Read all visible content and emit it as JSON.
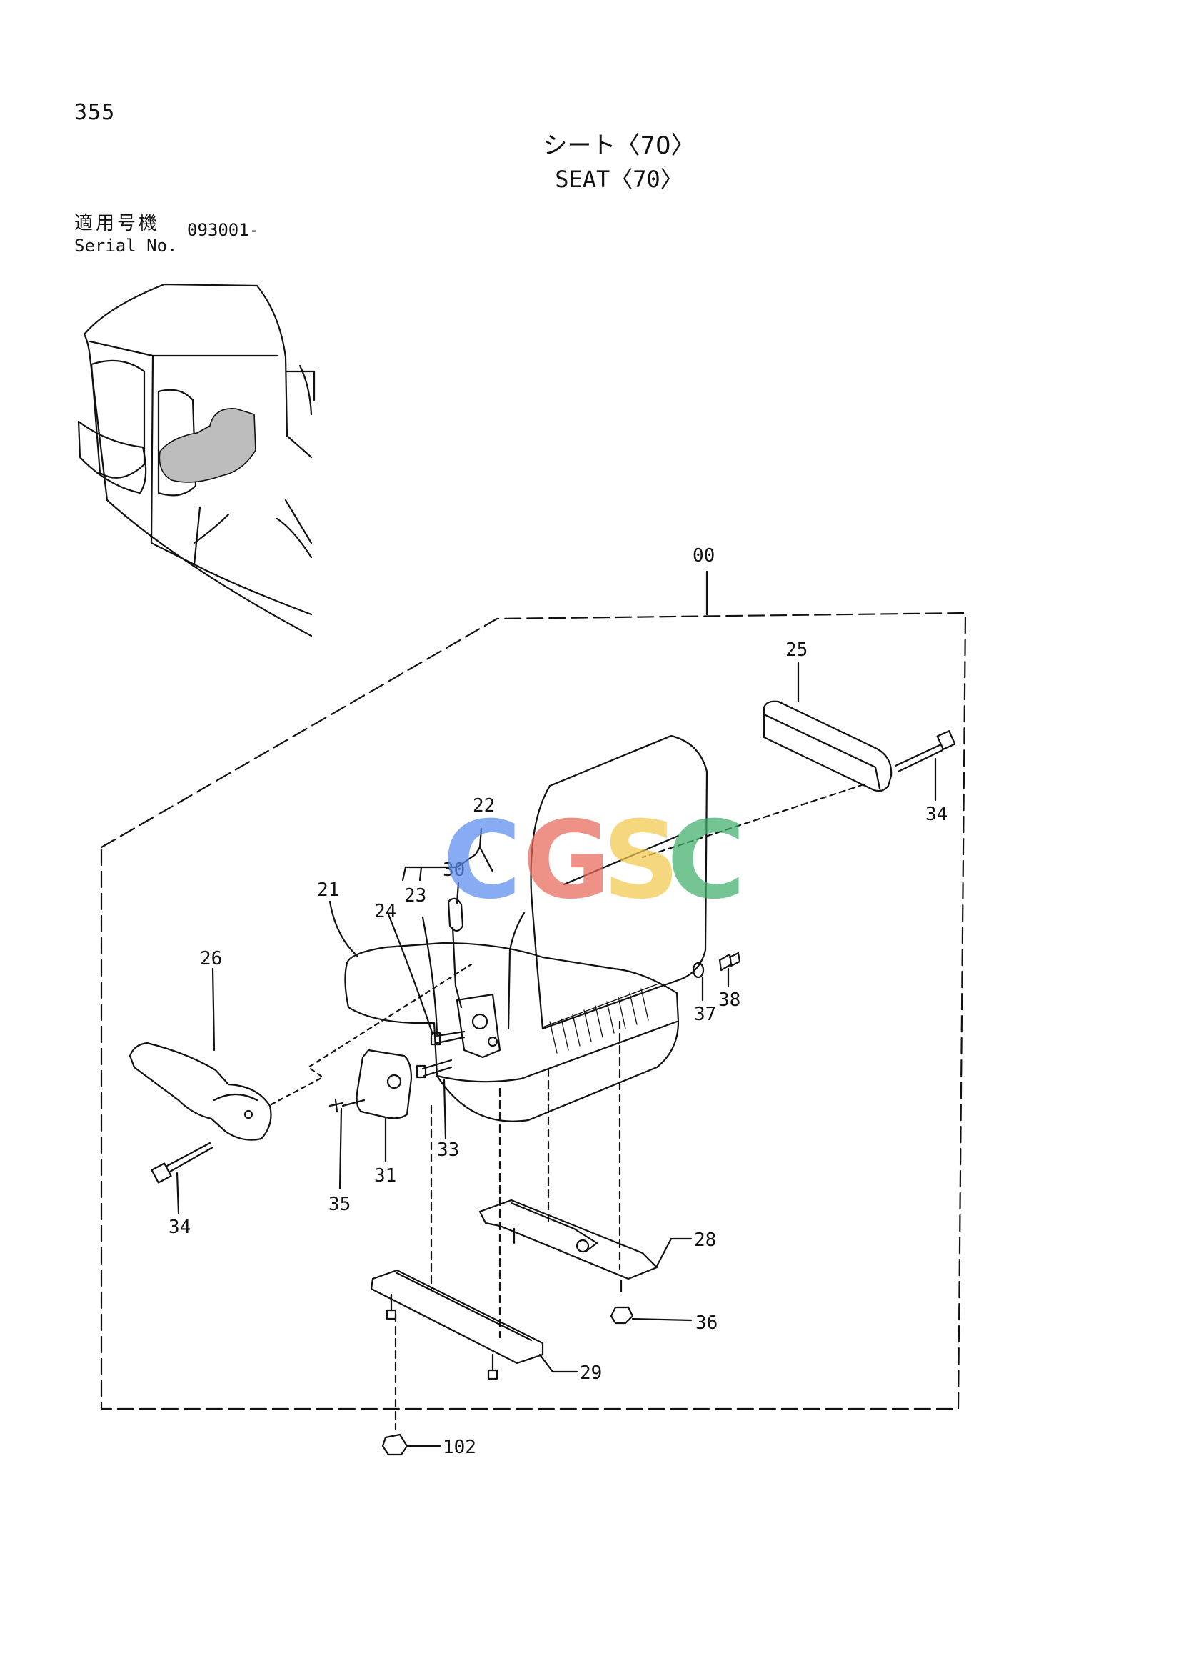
{
  "page_number": "355",
  "title_jp": "シート〈70〉",
  "title_en": "SEAT〈70〉",
  "serial": {
    "label_jp": "適用号機",
    "label_en": "Serial No.",
    "value": "093001-"
  },
  "watermark": {
    "letters": [
      "C",
      "G",
      "S",
      "C"
    ],
    "colors": [
      "#5b8def",
      "#e8685a",
      "#f2c94c",
      "#3fae6b"
    ]
  },
  "callouts": {
    "assembly": "00",
    "p21": "21",
    "p22": "22",
    "p23": "23",
    "p24": "24",
    "p25": "25",
    "p26": "26",
    "p28": "28",
    "p29": "29",
    "p30": "30",
    "p31": "31",
    "p33": "33",
    "p34_right": "34",
    "p34_left": "34",
    "p35": "35",
    "p36": "36",
    "p37": "37",
    "p38": "38",
    "p102": "102"
  }
}
